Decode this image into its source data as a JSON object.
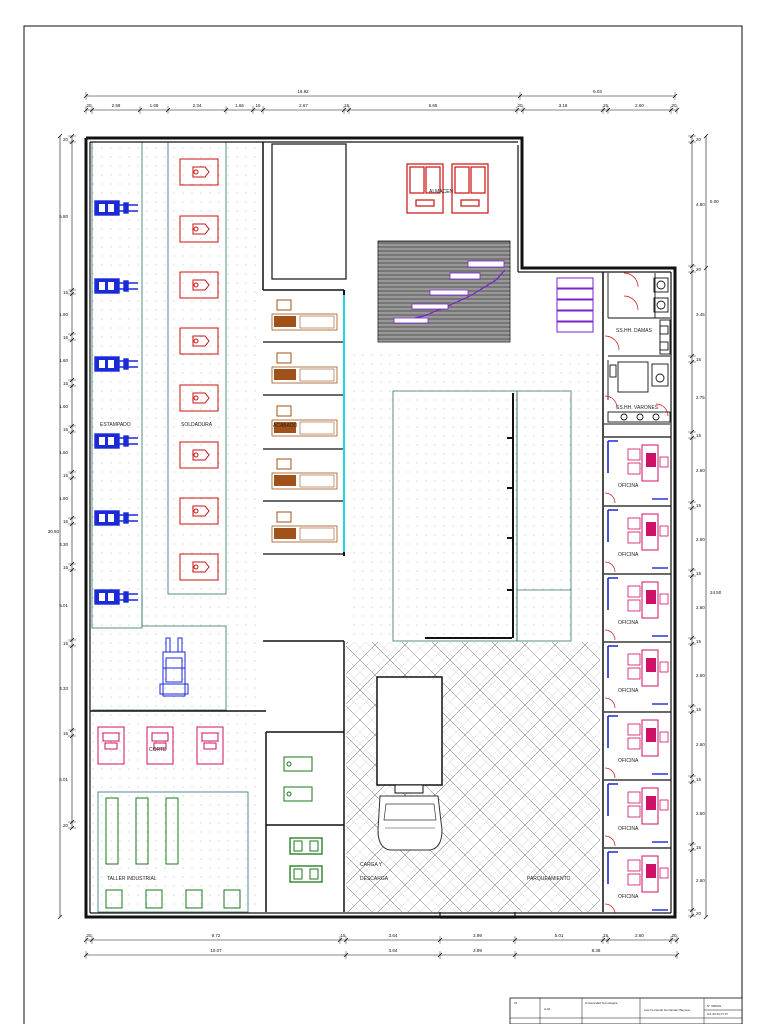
{
  "drawing": {
    "colors": {
      "wall": "#111111",
      "zone": "#2f6f6f",
      "machine_red": "#cc1111",
      "machine_blue": "#1a2ad6",
      "furniture_brown": "#a0521a",
      "purple": "#7a22cc",
      "magenta": "#cc1166",
      "cyan": "#22d6e6",
      "green": "#1a7a1a"
    },
    "rooms": {
      "estampado": "ESTAMPADO",
      "soldadura": "SOLDADURA",
      "acabado": "ACABADO",
      "almacen": "ALMACEN",
      "corte": "CORTE",
      "taller": "TALLER INDUSTRIAL",
      "sshh_damas": "SS.HH. DAMAS",
      "sshh_varones": "SS.HH. VARONES",
      "oficina": "OFICINA",
      "carga_1": "CARGA Y",
      "carga_2": "DESCARGA",
      "parqueamiento": "PARQUEAMIENTO"
    },
    "dims_top_total": [
      "16.92",
      "6.03"
    ],
    "dims_top_parts": [
      "20",
      "2.58",
      "1.68",
      "2.34",
      "1.66",
      "15",
      "2.67",
      "15",
      "6.65",
      "20",
      "3.18",
      "15",
      "2.60",
      "20"
    ],
    "dims_bottom_parts": [
      "20",
      "9.72",
      "15",
      "3.64",
      "2.99",
      "5.01",
      "15",
      "2.60",
      "20"
    ],
    "dims_bottom_total": [
      "10.07",
      "3.64",
      "2.99",
      "8.38"
    ],
    "dims_left": [
      "20",
      "5.80",
      "15",
      "1.60",
      "15",
      "1.60",
      "15",
      "1.60",
      "15",
      "1.60",
      "15",
      "1.60",
      "15",
      "3.30",
      "15",
      "5.01",
      "15",
      "3.33",
      "15",
      "5.01",
      "20"
    ],
    "dims_left_total": "30.50",
    "dims_right_inner": [
      "20",
      "4.80",
      "20",
      "3.45",
      "15",
      "2.75",
      "15",
      "2.60",
      "15",
      "2.60",
      "15",
      "2.60",
      "15",
      "2.60",
      "15",
      "2.60",
      "15",
      "2.60",
      "15",
      "2.60",
      "20"
    ],
    "dims_right_outer": [
      "5.00",
      "24.50"
    ]
  },
  "title_block": {
    "c1": "01",
    "c2": "A-01",
    "c3": "Universidad Tecnológica",
    "c4": "Luis Fernando Hernandez Bayona",
    "c5": "N° 000001",
    "c6": "A/1 00 54 07 PI"
  }
}
